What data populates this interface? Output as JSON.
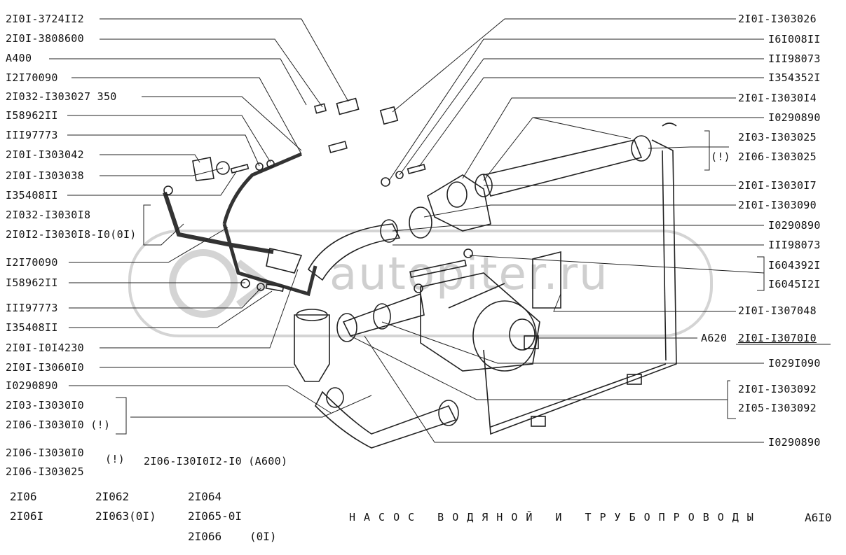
{
  "left_labels": [
    "2I0I-3724II2",
    "2I0I-3808600",
    "A400",
    "I2I70090",
    "2I032-I303027 350",
    "I58962II",
    "III97773",
    "2I0I-I303042",
    "2I0I-I303038",
    "I35408II",
    "2I032-I3030I8",
    "2I0I2-I3030I8-I0(0I)",
    "I2I70090",
    "I58962II",
    "III97773",
    "I35408II",
    "2I0I-I0I4230",
    "2I0I-I3060I0",
    "I0290890",
    "2I03-I3030I0",
    "2I06-I3030I0 (!)",
    "2I06-I3030I0",
    "2I06-I303025"
  ],
  "left_note_excl": "(!)",
  "part_note": "2I06-I30I0I2-I0 (A600)",
  "right_labels": [
    "2I0I-I303026",
    "I6I008II",
    "III98073",
    "I354352I",
    "2I0I-I3030I4",
    "I0290890",
    "2I03-I303025",
    "2I06-I303025",
    "2I0I-I3030I7",
    "2I0I-I303090",
    "I0290890",
    "III98073",
    "I604392I",
    "I6045I2I",
    "2I0I-I307048",
    "2I0I-I3070I0",
    "I029I090",
    "2I0I-I303092",
    "2I05-I303092",
    "I0290890"
  ],
  "right_note_excl": "(!)",
  "a620_prefix": "A620",
  "models": [
    "2I06",
    "2I06I",
    "2I062",
    "2I063(0I)",
    "2I064",
    "2I065-0I",
    "2I066",
    "(0I)"
  ],
  "title": "НАСОС ВОДЯНОЙ И ТРУБОПРОВОДЫ",
  "page_code": "A6I0",
  "watermark": "autopiter.ru"
}
